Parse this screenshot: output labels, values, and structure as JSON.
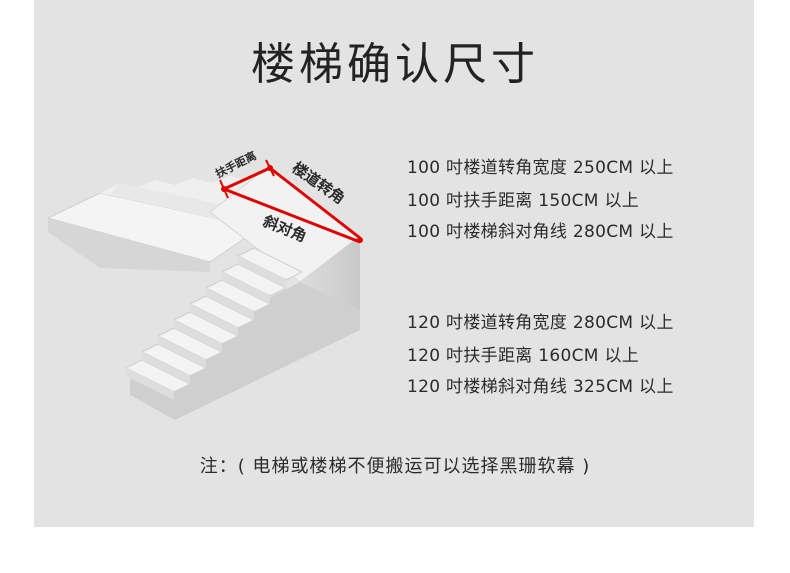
{
  "title": "楼梯确认尺寸",
  "diagram": {
    "label_handrail": "扶手距离",
    "label_corner": "楼道转角",
    "label_diagonal": "斜对角",
    "accent_color": "#e00000"
  },
  "specs_100": [
    "100 吋楼道转角宽度 250CM 以上",
    "100 吋扶手距离 150CM 以上",
    "100 吋楼梯斜对角线 280CM 以上"
  ],
  "specs_120": [
    "120 吋楼道转角宽度 280CM 以上",
    "120 吋扶手距离 160CM 以上",
    "120 吋楼梯斜对角线 325CM 以上"
  ],
  "note": "注：( 电梯或楼梯不便搬运可以选择黑珊软幕 )"
}
